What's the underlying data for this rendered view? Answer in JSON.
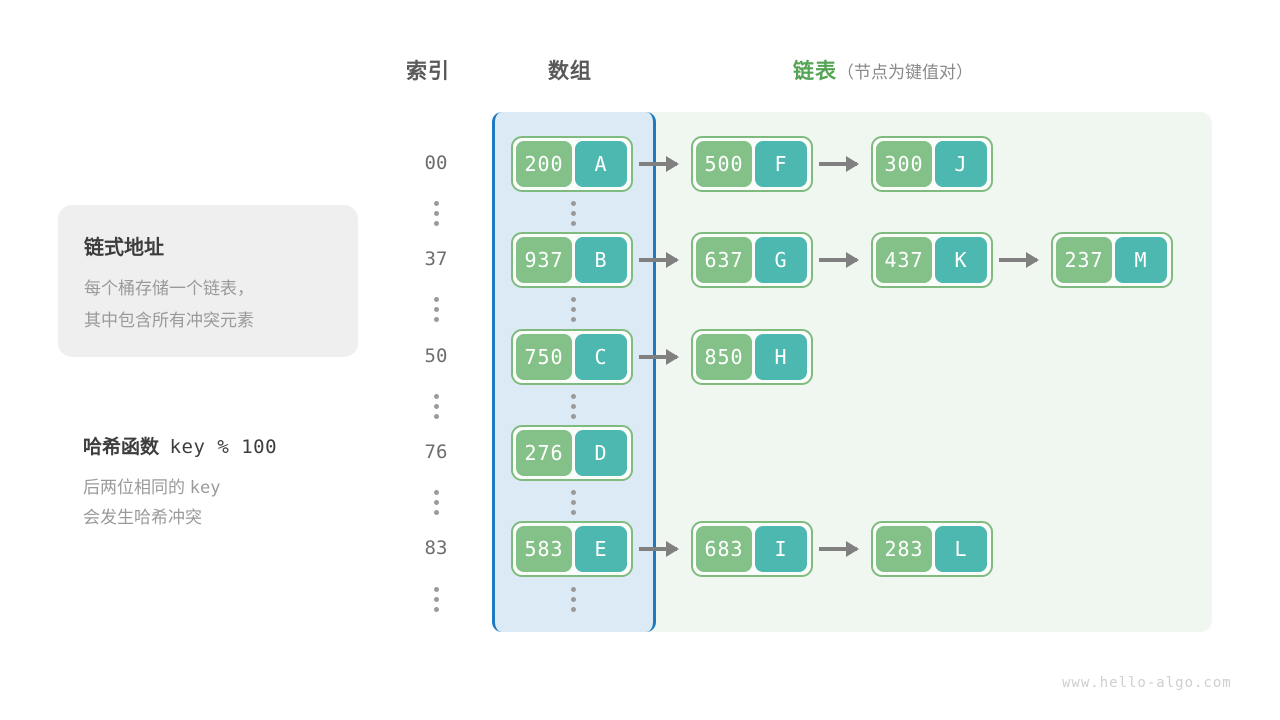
{
  "headers": {
    "index": "索引",
    "array": "数组",
    "list_main": "链表",
    "list_sub": "（节点为键值对）"
  },
  "info_card": {
    "title": "链式地址",
    "line1": "每个桶存储一个链表，",
    "line2": "其中包含所有冲突元素"
  },
  "hash": {
    "title": "哈希函数",
    "title_code": "key % 100",
    "line1_a": "后两位相同的",
    "line1_code": "key",
    "line2": "会发生哈希冲突"
  },
  "colors": {
    "key_box": "#83c188",
    "value_box": "#4cb8b0",
    "node_border": "#7fba7f",
    "array_bg": "#dceaf5",
    "array_border": "#1f7bc1",
    "list_bg": "#f0f6f0",
    "accent_green": "#55a355",
    "arrow": "#808080"
  },
  "buckets": [
    {
      "index": "00",
      "nodes": [
        {
          "key": "200",
          "value": "A"
        },
        {
          "key": "500",
          "value": "F"
        },
        {
          "key": "300",
          "value": "J"
        }
      ]
    },
    {
      "index": "37",
      "nodes": [
        {
          "key": "937",
          "value": "B"
        },
        {
          "key": "637",
          "value": "G"
        },
        {
          "key": "437",
          "value": "K"
        },
        {
          "key": "237",
          "value": "M"
        }
      ]
    },
    {
      "index": "50",
      "nodes": [
        {
          "key": "750",
          "value": "C"
        },
        {
          "key": "850",
          "value": "H"
        }
      ]
    },
    {
      "index": "76",
      "nodes": [
        {
          "key": "276",
          "value": "D"
        }
      ]
    },
    {
      "index": "83",
      "nodes": [
        {
          "key": "583",
          "value": "E"
        },
        {
          "key": "683",
          "value": "I"
        },
        {
          "key": "283",
          "value": "L"
        }
      ]
    }
  ],
  "watermark": "www.hello-algo.com"
}
